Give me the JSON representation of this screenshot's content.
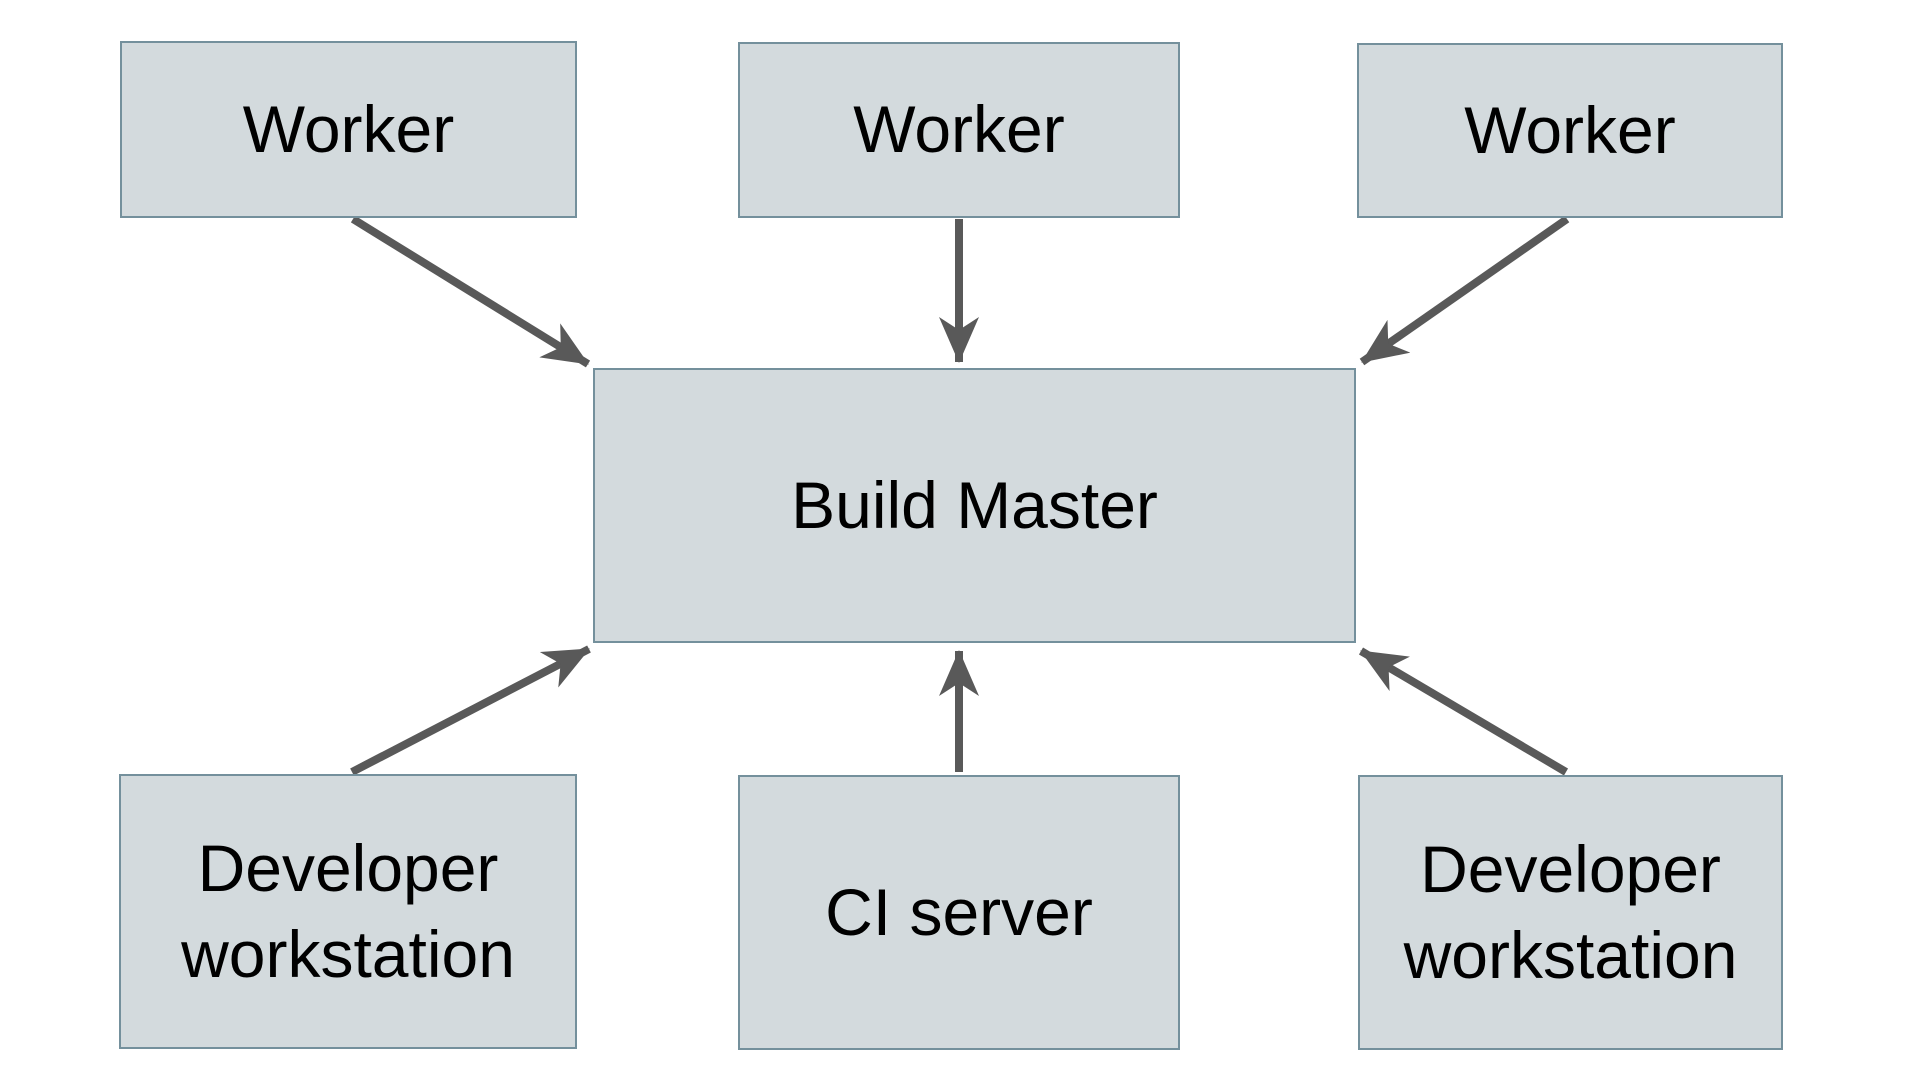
{
  "diagram": {
    "nodes": [
      {
        "id": "worker-1",
        "label": "Worker"
      },
      {
        "id": "worker-2",
        "label": "Worker"
      },
      {
        "id": "worker-3",
        "label": "Worker"
      },
      {
        "id": "build-master",
        "label": "Build Master"
      },
      {
        "id": "developer-workstation-left",
        "label": "Developer workstation"
      },
      {
        "id": "ci-server",
        "label": "CI server"
      },
      {
        "id": "developer-workstation-right",
        "label": "Developer workstation"
      }
    ],
    "edges": [
      {
        "from": "worker-1",
        "to": "build-master"
      },
      {
        "from": "worker-2",
        "to": "build-master"
      },
      {
        "from": "worker-3",
        "to": "build-master"
      },
      {
        "from": "developer-workstation-left",
        "to": "build-master"
      },
      {
        "from": "ci-server",
        "to": "build-master"
      },
      {
        "from": "developer-workstation-right",
        "to": "build-master"
      }
    ],
    "colors": {
      "node_fill": "#d3dadd",
      "node_border": "#74909c",
      "arrow": "#595959",
      "text": "#000000",
      "background": "#ffffff"
    }
  }
}
